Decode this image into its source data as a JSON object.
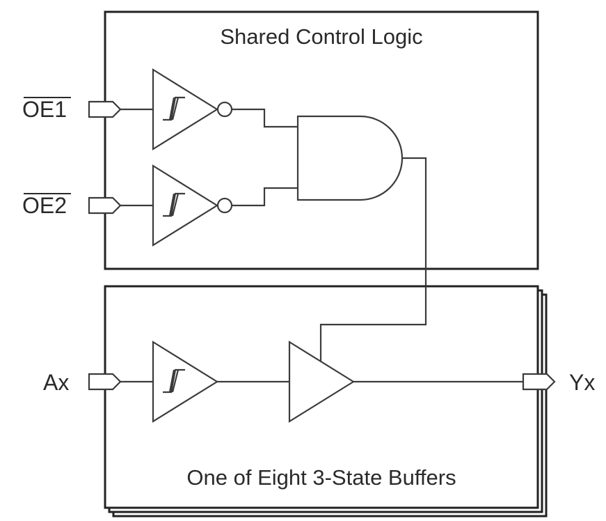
{
  "diagram": {
    "top_block_title": "Shared Control Logic",
    "bottom_block_title": "One of Eight 3-State Buffers",
    "inputs": {
      "oe1": "OE1",
      "oe2": "OE2",
      "ax": "Ax"
    },
    "outputs": {
      "yx": "Yx"
    },
    "colors": {
      "line": "#3b3b3b",
      "box": "#222222",
      "text": "#2a2a2a",
      "background": "#ffffff"
    }
  }
}
